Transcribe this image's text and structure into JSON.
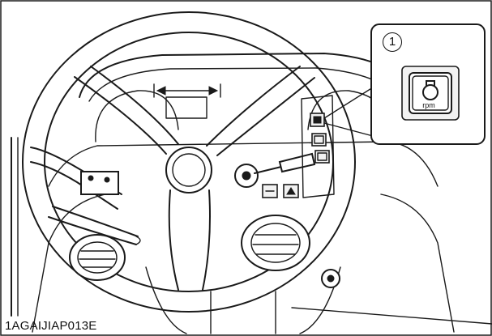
{
  "figure": {
    "callout_number": "1",
    "switch_label": "rpm",
    "caption": "1AGAIJIAP013E"
  },
  "icons": {
    "switch_icon": "rpm-dual-mode-switch-icon"
  }
}
